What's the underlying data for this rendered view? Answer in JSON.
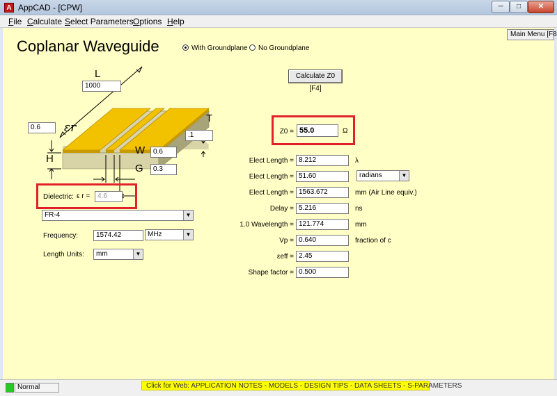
{
  "window": {
    "title": "AppCAD - [CPW]",
    "app_icon": "appcad-logo-icon",
    "minimize": "minimize-icon",
    "maximize": "maximize-icon",
    "close": "close-icon"
  },
  "menu": [
    {
      "first": "F",
      "rest": "ile"
    },
    {
      "first": "C",
      "rest": "alculate"
    },
    {
      "first": "S",
      "rest": "elect Parameters"
    },
    {
      "first": "O",
      "rest": "ptions"
    },
    {
      "first": "H",
      "rest": "elp"
    }
  ],
  "main_menu_label": "Main Menu [F8",
  "page_title": "Coplanar Waveguide",
  "groundplane": {
    "with": "With Groundplane",
    "without": "No Groundplane",
    "selected": "with"
  },
  "diagram": {
    "label_L": "L",
    "label_T": "T",
    "label_H": "H",
    "label_W": "W",
    "label_G": "G",
    "label_er": "εr",
    "L_value": "1000",
    "H_value": "0.6",
    "T_value": ".1",
    "W_value": "0.6",
    "G_value": "0.3",
    "colors": {
      "conductor": "#f2c100",
      "substrate": "#d8d4a8",
      "substrate_dark": "#a8a47a"
    }
  },
  "dielectric": {
    "label": "Dielectric:",
    "er_label": "ε r =",
    "er_value": "4.6",
    "material": "FR-4"
  },
  "frequency": {
    "label": "Frequency:",
    "value": "1574.42",
    "unit": "MHz"
  },
  "length_units": {
    "label": "Length Units:",
    "value": "mm"
  },
  "calc_button": "Calculate Z0  [F4]",
  "z0": {
    "label": "Z0 =",
    "value": "55.0",
    "unit": "Ω"
  },
  "results": [
    {
      "label": "Elect Length =",
      "value": "8.212",
      "unit": "λ"
    },
    {
      "label": "Elect Length =",
      "value": "51.60",
      "unit": "radians"
    },
    {
      "label": "Elect Length =",
      "value": "1563.672",
      "unit": "mm  (Air Line equiv.)"
    },
    {
      "label": "Delay =",
      "value": "5.216",
      "unit": "ns"
    },
    {
      "label": "1.0 Wavelength =",
      "value": "121.774",
      "unit": "mm"
    },
    {
      "label": "Vp =",
      "value": "0.640",
      "unit": "fraction of c"
    },
    {
      "label": "εeff =",
      "value": "2.45",
      "unit": ""
    },
    {
      "label": "Shape factor =",
      "value": "0.500",
      "unit": ""
    }
  ],
  "status": {
    "text": "Normal",
    "web": "Click for Web: APPLICATION NOTES - MODELS - DESIGN TIPS - DATA SHEETS - S-PARAMETERS",
    "indicator_color": "#22cc22"
  },
  "highlight_color": "#e2202a"
}
